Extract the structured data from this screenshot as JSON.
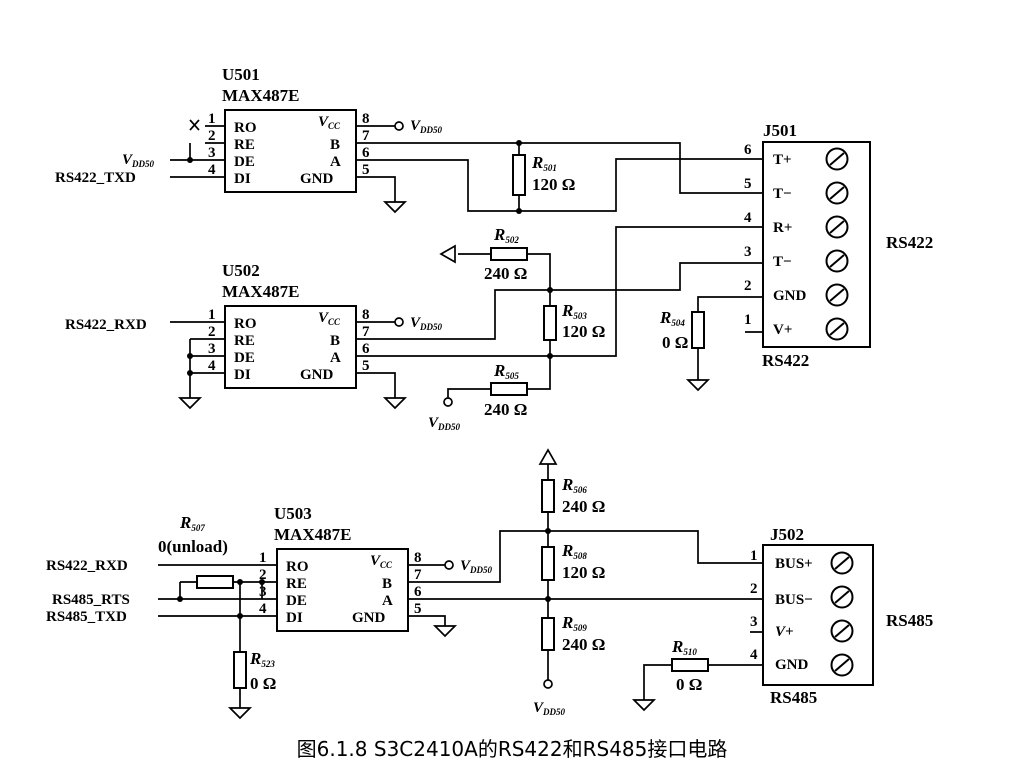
{
  "u501": {
    "ref": "U501",
    "part": "MAX487E",
    "pins_left": [
      "RO",
      "RE",
      "DE",
      "DI"
    ],
    "pins_right": [
      "B",
      "A",
      "GND"
    ],
    "nums_left": [
      "1",
      "2",
      "3",
      "4"
    ],
    "nums_right": [
      "8",
      "7",
      "6",
      "5"
    ]
  },
  "u502": {
    "ref": "U502",
    "part": "MAX487E",
    "pins_left": [
      "RO",
      "RE",
      "DE",
      "DI"
    ],
    "pins_right": [
      "B",
      "A",
      "GND"
    ],
    "nums_left": [
      "1",
      "2",
      "3",
      "4"
    ],
    "nums_right": [
      "8",
      "7",
      "6",
      "5"
    ]
  },
  "u503": {
    "ref": "U503",
    "part": "MAX487E",
    "pins_left": [
      "RO",
      "RE",
      "DE",
      "DI"
    ],
    "pins_right": [
      "B",
      "A",
      "GND"
    ],
    "nums_left": [
      "1",
      "2",
      "3",
      "4"
    ],
    "nums_right": [
      "8",
      "7",
      "6",
      "5"
    ]
  },
  "vcc": {
    "main": "V",
    "sub": "CC"
  },
  "vdd": {
    "main": "V",
    "sub": "DD50"
  },
  "signals": {
    "rs422_txd": "RS422_TXD",
    "rs422_rxd": "RS422_RXD",
    "rs422_rxd_2": "RS422_RXD",
    "rs485_rts": "RS485_RTS",
    "rs485_txd": "RS485_TXD"
  },
  "resistors": {
    "r501": {
      "main": "R",
      "sub": "501",
      "value": "120 Ω"
    },
    "r502": {
      "main": "R",
      "sub": "502",
      "value": "240 Ω"
    },
    "r503": {
      "main": "R",
      "sub": "503",
      "value": "120 Ω"
    },
    "r504": {
      "main": "R",
      "sub": "504",
      "value": "0 Ω"
    },
    "r505": {
      "main": "R",
      "sub": "505",
      "value": "240 Ω"
    },
    "r506": {
      "main": "R",
      "sub": "506",
      "value": "240 Ω"
    },
    "r507": {
      "main": "R",
      "sub": "507",
      "value": "0(unload)"
    },
    "r508": {
      "main": "R",
      "sub": "508",
      "value": "120 Ω"
    },
    "r509": {
      "main": "R",
      "sub": "509",
      "value": "240 Ω"
    },
    "r510": {
      "main": "R",
      "sub": "510",
      "value": "0 Ω"
    },
    "r523": {
      "main": "R",
      "sub": "523",
      "value": "0 Ω"
    }
  },
  "j501": {
    "ref": "J501",
    "pins": [
      "T+",
      "T−",
      "R+",
      "T−",
      "GND",
      "V+"
    ],
    "nums": [
      "6",
      "5",
      "4",
      "3",
      "2",
      "1"
    ],
    "footer": "RS422",
    "side": "RS422"
  },
  "j502": {
    "ref": "J502",
    "pins": [
      "BUS+",
      "BUS−",
      "V+",
      "GND"
    ],
    "nums": [
      "1",
      "2",
      "3",
      "4"
    ],
    "footer": "RS485",
    "side": "RS485"
  },
  "caption": "图6.1.8  S3C2410A的RS422和RS485接口电路"
}
